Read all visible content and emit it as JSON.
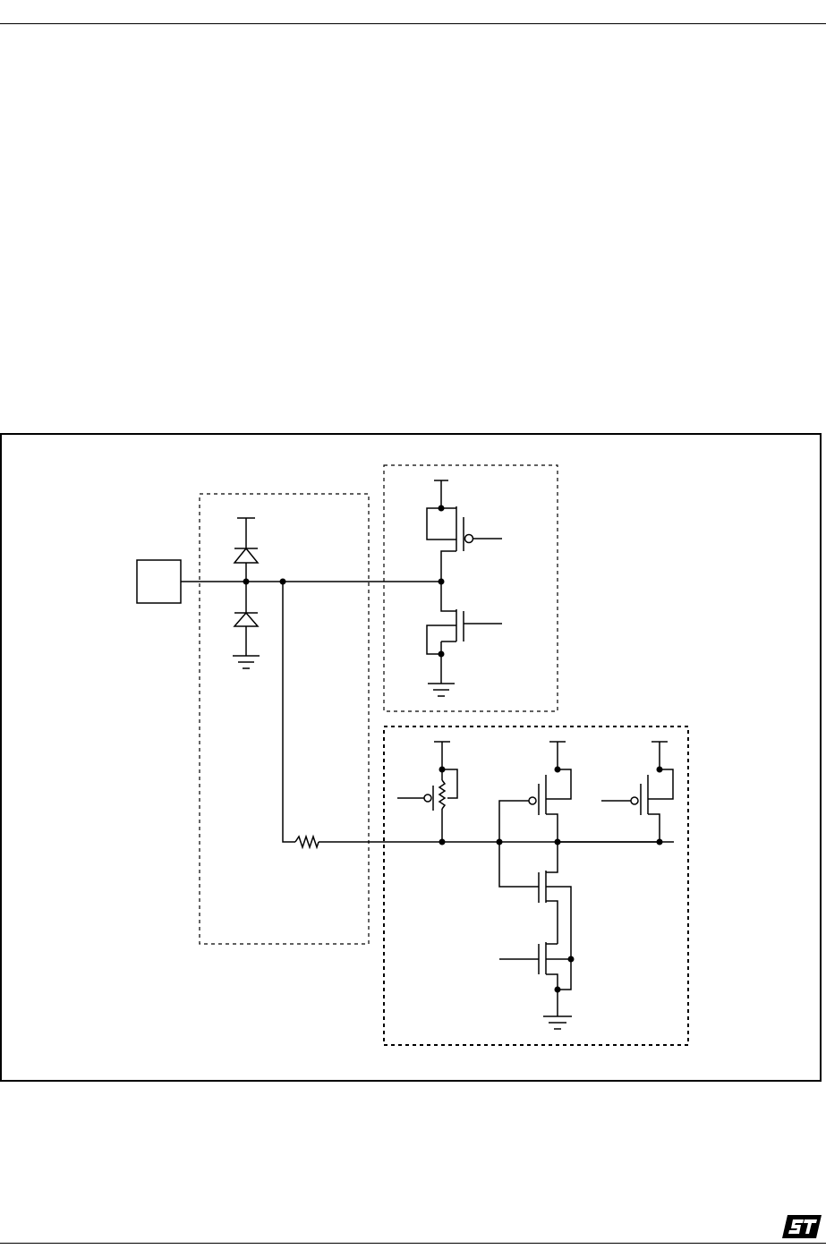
{
  "document": {
    "logo": {
      "text": "ST",
      "color": "#000000"
    }
  },
  "diagram": {
    "type": "circuit-schematic",
    "line_color": "#000000",
    "blocks": [
      {
        "id": "protection",
        "style": "dashed"
      },
      {
        "id": "output-stage",
        "style": "dashed"
      },
      {
        "id": "input-stage",
        "style": "dashed"
      }
    ],
    "components": [
      {
        "id": "pad",
        "kind": "pad"
      },
      {
        "id": "diode-top",
        "kind": "diode"
      },
      {
        "id": "diode-bottom",
        "kind": "diode"
      },
      {
        "id": "r-series",
        "kind": "resistor"
      },
      {
        "id": "p-out",
        "kind": "pmos"
      },
      {
        "id": "n-out",
        "kind": "nmos"
      },
      {
        "id": "p-pullup",
        "kind": "pmos"
      },
      {
        "id": "r-pullup",
        "kind": "resistor"
      },
      {
        "id": "p-inv",
        "kind": "pmos"
      },
      {
        "id": "n-inv-upper",
        "kind": "nmos"
      },
      {
        "id": "n-inv-lower",
        "kind": "nmos"
      },
      {
        "id": "p-keeper",
        "kind": "pmos"
      }
    ]
  }
}
